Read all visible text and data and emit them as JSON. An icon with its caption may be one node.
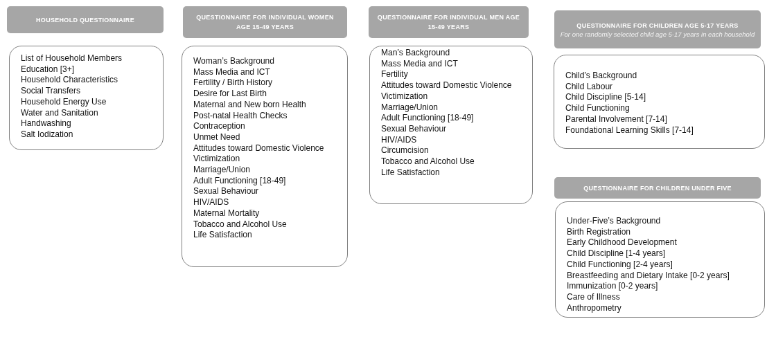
{
  "diagram": {
    "nodes": [
      {
        "text": [
          "HOUSEHOLD QUESTIONNAIRE"
        ]
      },
      {
        "text": [
          "List of Household Members",
          "Education [3+]",
          "Household Characteristics",
          "Social Transfers",
          "Household Energy Use",
          "Water and Sanitation",
          "Handwashing",
          "Salt Iodization"
        ]
      },
      {
        "text": [
          "QUESTIONNAIRE FOR INDIVIDUAL WOMEN AGE 15-49 YEARS"
        ]
      },
      {
        "text": [
          "Woman’s Background",
          "Mass Media and ICT",
          "Fertility / Birth History",
          "Desire for Last Birth",
          "Maternal and New born Health",
          "Post-natal Health Checks",
          "Contraception",
          "Unmet Need",
          "Attitudes toward Domestic Violence",
          "Victimization",
          "Marriage/Union",
          "Adult Functioning [18-49]",
          "Sexual Behaviour",
          "HIV/AIDS",
          "Maternal Mortality",
          "Tobacco and Alcohol Use",
          "Life Satisfaction"
        ]
      },
      {
        "text": [
          "QUESTIONNAIRE FOR INDIVIDUAL MEN AGE 15-49 YEARS"
        ]
      },
      {
        "text": [
          "Man’s Background",
          "Mass Media and ICT",
          "Fertility",
          "Attitudes toward Domestic Violence",
          "Victimization",
          "Marriage/Union",
          "Adult Functioning [18-49]",
          "Sexual Behaviour",
          "HIV/AIDS",
          "Circumcision",
          "Tobacco and Alcohol Use",
          "Life Satisfaction"
        ]
      },
      {
        "text": [
          "QUESTIONNAIRE FOR CHILDREN AGE 5-17 YEARS",
          "For one randomly selected child age 5-17 years in each household"
        ]
      },
      {
        "text": [
          "Child’s Background",
          "Child Labour",
          "Child Discipline [5-14]",
          "Child Functioning",
          "Parental Involvement [7-14]",
          "Foundational Learning Skills [7-14]"
        ]
      },
      {
        "text": [
          "QUESTIONNAIRE FOR CHILDREN UNDER FIVE"
        ]
      },
      {
        "text": [
          "Under-Five’s Background",
          "Birth Registration",
          "Early Childhood Development",
          "Child Discipline [1-4 years]",
          "Child Functioning [2-4 years]",
          "Breastfeeding and Dietary Intake [0-2 years]",
          "Immunization [0-2 years]",
          "Care of Illness",
          "Anthropometry"
        ]
      }
    ],
    "edges": []
  }
}
